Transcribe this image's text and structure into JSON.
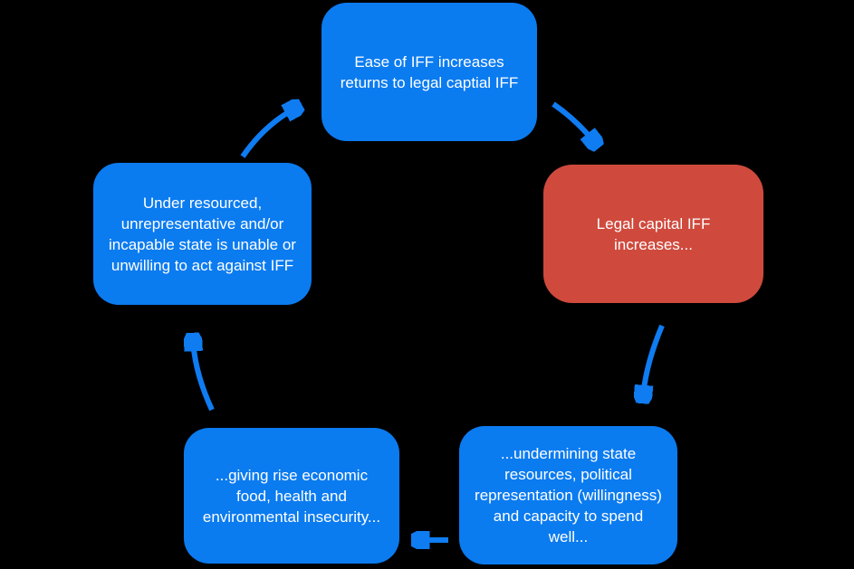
{
  "colors": {
    "bg": "#000000",
    "blue": "#0b7bf0",
    "red": "#cf4a3d",
    "text": "#ffffff",
    "arrow": "#0f7cf2"
  },
  "diagram": {
    "type": "cycle",
    "nodes": [
      {
        "id": "ease",
        "label": "Ease of IFF increases returns to legal captial IFF",
        "color": "#0b7bf0"
      },
      {
        "id": "legal-capital",
        "label": "Legal capital IFF increases...",
        "color": "#cf4a3d"
      },
      {
        "id": "undermining",
        "label": "...undermining state resources, political representation (willingness) and capacity to spend well...",
        "color": "#0b7bf0"
      },
      {
        "id": "insecurity",
        "label": "...giving rise economic food, health and environmental insecurity...",
        "color": "#0b7bf0"
      },
      {
        "id": "state-unable",
        "label": "Under resourced, unrepresentative and/or incapable state is unable or unwilling to act against IFF",
        "color": "#0b7bf0"
      }
    ],
    "arrows": [
      {
        "from": "state-unable",
        "to": "ease",
        "direction": "up-right"
      },
      {
        "from": "ease",
        "to": "legal-capital",
        "direction": "down-right"
      },
      {
        "from": "legal-capital",
        "to": "undermining",
        "direction": "down"
      },
      {
        "from": "undermining",
        "to": "insecurity",
        "direction": "left"
      },
      {
        "from": "insecurity",
        "to": "state-unable",
        "direction": "up"
      }
    ]
  }
}
